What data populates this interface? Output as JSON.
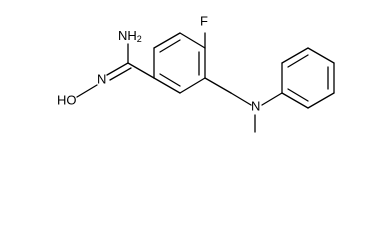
{
  "structure": {
    "atoms": {
      "amine": "NH",
      "amine_subscript": "2",
      "fluorine": "F",
      "oxime_hydroxyl": "HO",
      "oxime_nitrogen": "N",
      "tertiary_nitrogen": "N"
    }
  },
  "colors": {
    "bond": "#000000",
    "text": "#000000",
    "background": "#ffffff"
  }
}
